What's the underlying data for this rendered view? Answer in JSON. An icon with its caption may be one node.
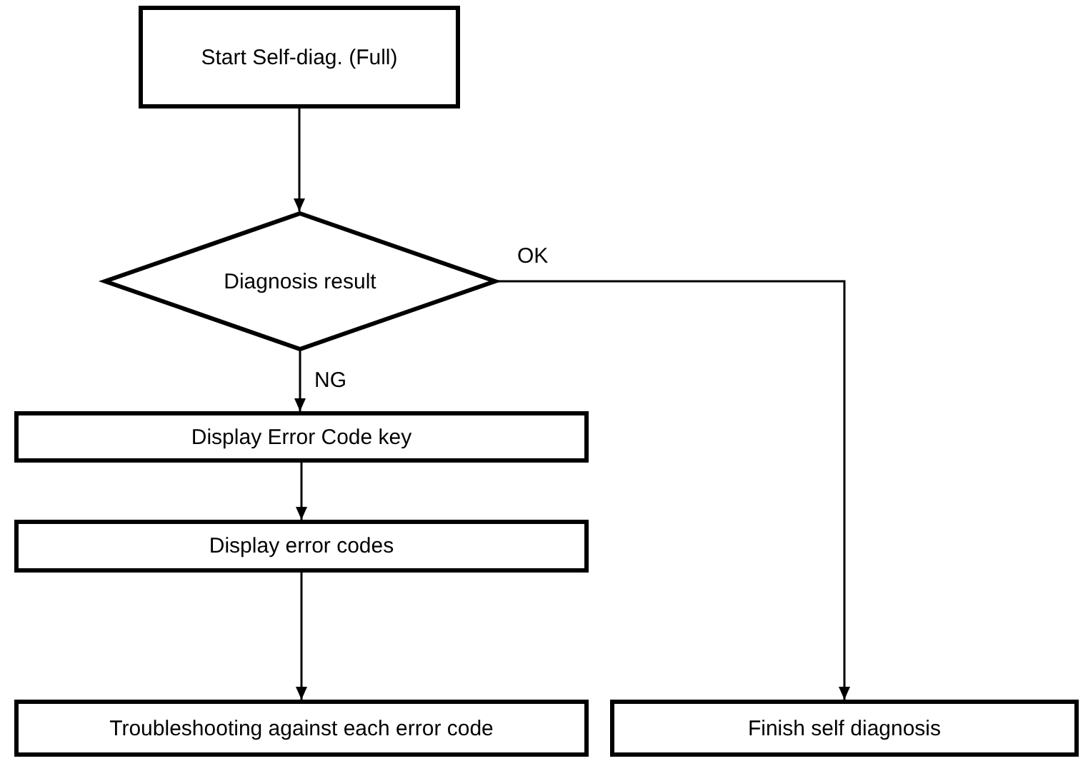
{
  "diagram": {
    "nodes": [
      {
        "text": [
          "Start Self-diag. (Full)"
        ]
      },
      {
        "text": [
          "Diagnosis result"
        ]
      },
      {
        "text": [
          "Display Error Code key"
        ]
      },
      {
        "text": [
          "Display error codes"
        ]
      },
      {
        "text": [
          "Troubleshooting against each error code"
        ]
      },
      {
        "text": [
          "Finish self diagnosis"
        ]
      }
    ],
    "edges": [
      {
        "from": 0,
        "to": 1,
        "arrow": "to"
      },
      {
        "from": 1,
        "to": 5,
        "arrow": "to",
        "label": "OK"
      },
      {
        "from": 1,
        "to": 2,
        "arrow": "to",
        "label": "NG"
      },
      {
        "from": 2,
        "to": 3,
        "arrow": "to"
      },
      {
        "from": 3,
        "to": 4,
        "arrow": "to"
      }
    ]
  }
}
